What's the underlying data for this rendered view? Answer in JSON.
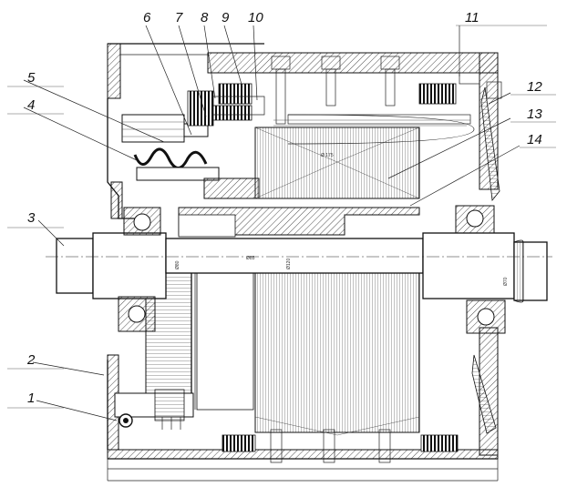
{
  "callouts": [
    {
      "id": "1",
      "text": "1"
    },
    {
      "id": "2",
      "text": "2"
    },
    {
      "id": "3",
      "text": "3"
    },
    {
      "id": "4",
      "text": "4"
    },
    {
      "id": "5",
      "text": "5"
    },
    {
      "id": "6",
      "text": "6"
    },
    {
      "id": "7",
      "text": "7"
    },
    {
      "id": "8",
      "text": "8"
    },
    {
      "id": "9",
      "text": "9"
    },
    {
      "id": "10",
      "text": "10"
    },
    {
      "id": "11",
      "text": "11"
    },
    {
      "id": "12",
      "text": "12"
    },
    {
      "id": "13",
      "text": "13"
    },
    {
      "id": "14",
      "text": "14"
    }
  ],
  "dimensions": {
    "shaft_left": "Ø80",
    "shaft_mid": "Ø85",
    "shaft_core": "Ø120",
    "stator_len": "Ø 175",
    "shaft_right": "Ø70"
  }
}
